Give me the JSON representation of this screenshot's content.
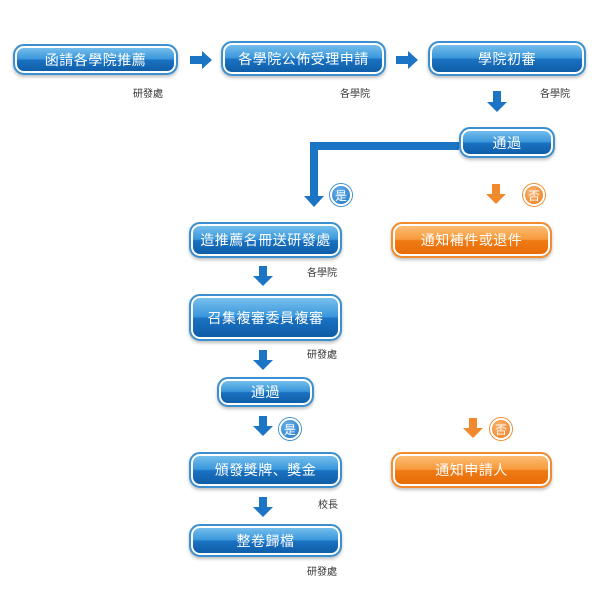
{
  "colors": {
    "blue": "#1a72c2",
    "orange": "#ef7a14",
    "arrow_blue": "#1b75c4",
    "arrow_orange": "#f0892c"
  },
  "steps": {
    "invite": "函請各學院推薦",
    "college_publish": "各學院公佈受理申請",
    "college_review": "學院初審",
    "pass1": "通過",
    "list_submit": "造推薦名冊送研發處",
    "notify_supplement": "通知補件或退件",
    "committee_review": "召集複審委員複審",
    "pass2": "通過",
    "award": "頒發獎牌、獎金",
    "notify_applicant": "通知申請人",
    "archive": "整卷歸檔"
  },
  "responsible": {
    "invite": "研發處",
    "college_publish": "各學院",
    "college_review": "各學院",
    "list_submit": "各學院",
    "committee_review": "研發處",
    "award": "校長",
    "archive": "研發處"
  },
  "decisions": {
    "yes": "是",
    "no": "否"
  },
  "icons": {
    "arrow": "arrow-icon",
    "yes": "yes-badge",
    "no": "no-badge"
  }
}
